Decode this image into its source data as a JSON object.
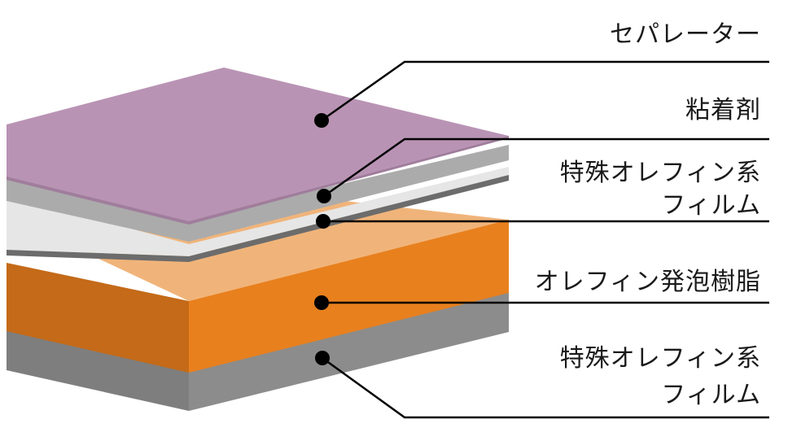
{
  "diagram": {
    "layers": [
      {
        "id": "separator",
        "lines": [
          "セパレーター"
        ],
        "color": "#b993b4"
      },
      {
        "id": "adhesive",
        "lines": [
          "粘着剤"
        ],
        "color": "#ababab"
      },
      {
        "id": "film_top",
        "lines": [
          "特殊オレフィン系",
          "フィルム"
        ],
        "color": "#e6e6e6"
      },
      {
        "id": "foam",
        "lines": [
          "オレフィン発泡樹脂"
        ],
        "color": "#e8801e"
      },
      {
        "id": "film_bottom",
        "lines": [
          "特殊オレフィン系",
          "フィルム"
        ],
        "color": "#8c8c8c"
      }
    ],
    "colors": {
      "separator": "#b993b4",
      "adhesive_side": "#ababab",
      "film_top": "#e6e6e6",
      "film_edge": "#6c6c6c",
      "foam_top": "#f0b47a",
      "foam_front": "#e8801e",
      "foam_left": "#c46a18",
      "film_bottom_front": "#8c8c8c",
      "film_bottom_left": "#7e7e7e",
      "leader_line": "#000000"
    }
  }
}
